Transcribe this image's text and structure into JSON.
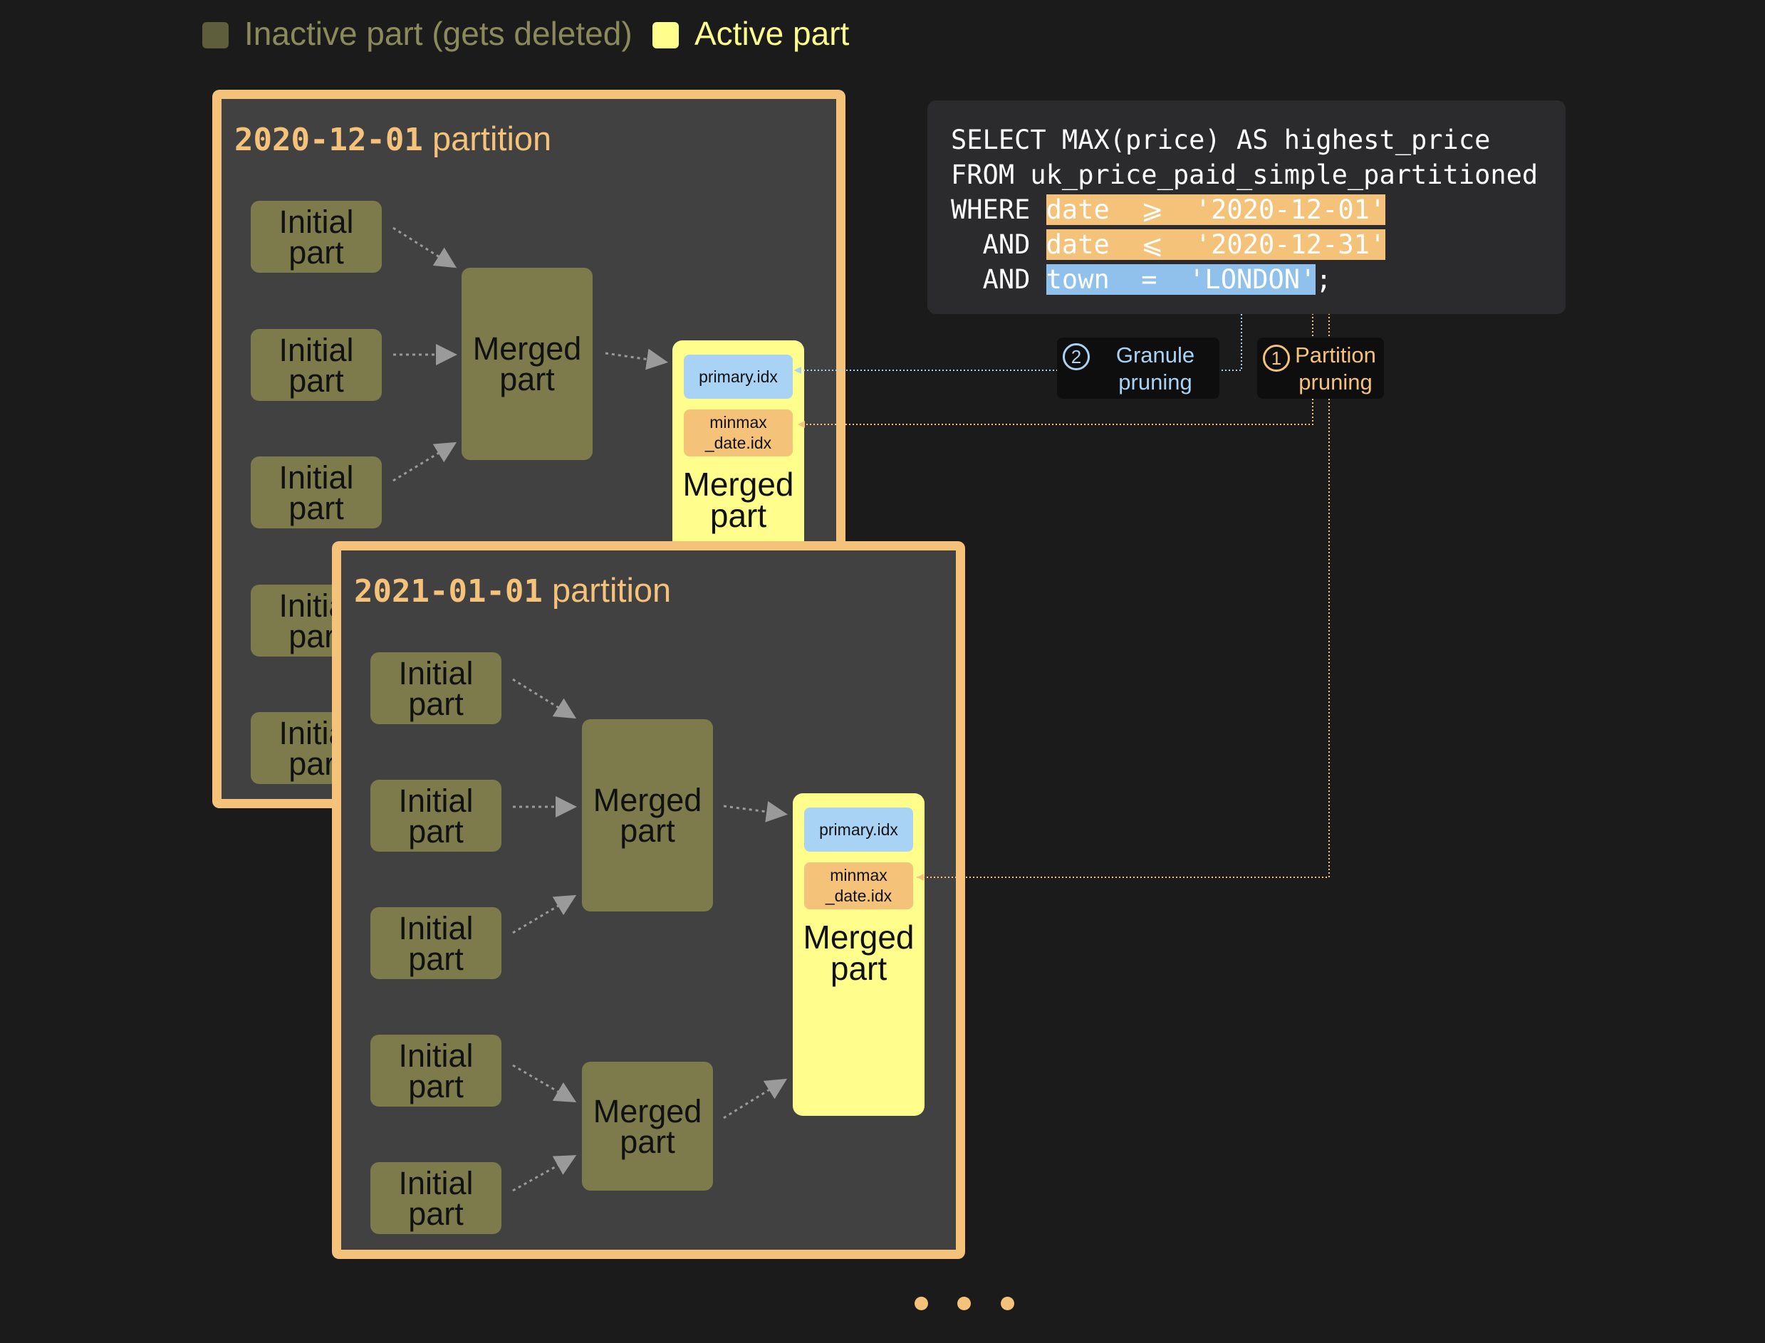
{
  "legend": {
    "inactive_label": "Inactive part (gets deleted)",
    "active_label": "Active part",
    "inactive_color": "#5e5e3c",
    "active_color": "#fffe8c"
  },
  "partitions": [
    {
      "date": "2020-12-01",
      "suffix": "partition",
      "initial_parts": [
        {
          "line1": "Initial",
          "line2": "part"
        },
        {
          "line1": "Initial",
          "line2": "part"
        },
        {
          "line1": "Initial",
          "line2": "part"
        },
        {
          "line1": "Initial",
          "line2": "part"
        },
        {
          "line1": "Initial",
          "line2": "part"
        }
      ],
      "merged_part": {
        "line1": "Merged",
        "line2": "part"
      },
      "active_part": {
        "primary_idx": "primary.idx",
        "minmax_line1": "minmax",
        "minmax_line2": "_date.idx",
        "line1": "Merged",
        "line2": "part"
      }
    },
    {
      "date": "2021-01-01",
      "suffix": "partition",
      "initial_parts": [
        {
          "line1": "Initial",
          "line2": "part"
        },
        {
          "line1": "Initial",
          "line2": "part"
        },
        {
          "line1": "Initial",
          "line2": "part"
        },
        {
          "line1": "Initial",
          "line2": "part"
        },
        {
          "line1": "Initial",
          "line2": "part"
        }
      ],
      "merged_parts": [
        {
          "line1": "Merged",
          "line2": "part"
        },
        {
          "line1": "Merged",
          "line2": "part"
        }
      ],
      "active_part": {
        "primary_idx": "primary.idx",
        "minmax_line1": "minmax",
        "minmax_line2": "_date.idx",
        "line1": "Merged",
        "line2": "part"
      }
    }
  ],
  "sql": {
    "line1": "SELECT MAX(price) AS highest_price",
    "line2": "FROM uk_price_paid_simple_partitioned",
    "line3_kw": "WHERE ",
    "line3_hl": "date  ⩾  '2020-12-01'",
    "line4_kw": "  AND ",
    "line4_hl": "date  ⩽  '2020-12-31'",
    "line5_kw": "  AND ",
    "line5_hl": "town  =  'LONDON'",
    "line5_end": ";"
  },
  "pruning": {
    "granule": {
      "number": "2",
      "line1": "Granule",
      "line2": "pruning",
      "color": "#a9d3f5"
    },
    "partition": {
      "number": "1",
      "line1": "Partition",
      "line2": "pruning",
      "color": "#f5c27a"
    }
  },
  "colors": {
    "partition_border": "#f5c27a",
    "inactive_part": "#7d7b4b",
    "active_part": "#fffe8c",
    "primary_idx": "#a9d3f5",
    "minmax_idx": "#f5c27a"
  }
}
